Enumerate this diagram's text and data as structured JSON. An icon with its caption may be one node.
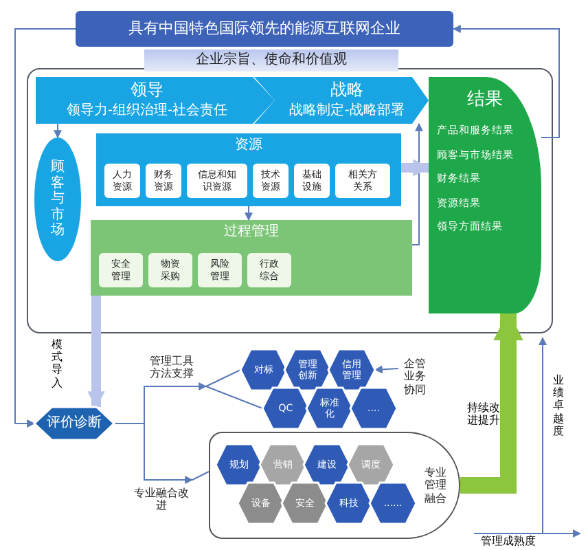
{
  "diagram": {
    "nodes": [
      {
        "text": [
          "具有中国特色国际领先的能源互联网企业"
        ]
      },
      {
        "text": [
          "企业宗旨、使命和价值观"
        ]
      },
      {
        "text": [
          "领导",
          "领导力-组织治理-社会责任"
        ]
      },
      {
        "text": [
          "战略",
          "战略制定-战略部署"
        ]
      },
      {
        "text": [
          "顾客与市场"
        ]
      },
      {
        "text": [
          "资源"
        ]
      },
      {
        "text": [
          "人力资源"
        ],
        "in": 5
      },
      {
        "text": [
          "财务资源"
        ],
        "in": 5
      },
      {
        "text": [
          "信息和知识资源"
        ],
        "in": 5
      },
      {
        "text": [
          "技术资源"
        ],
        "in": 5
      },
      {
        "text": [
          "基础设施"
        ],
        "in": 5
      },
      {
        "text": [
          "相关方关系"
        ],
        "in": 5
      },
      {
        "text": [
          "过程管理"
        ]
      },
      {
        "text": [
          "安全管理"
        ],
        "in": 12
      },
      {
        "text": [
          "物资采购"
        ],
        "in": 12
      },
      {
        "text": [
          "风险管理"
        ],
        "in": 12
      },
      {
        "text": [
          "行政综合"
        ],
        "in": 12
      },
      {
        "text": [
          "结果",
          "产品和服务结果",
          "顾客与市场结果",
          "财务结果",
          "资源结果",
          "领导方面结果"
        ]
      },
      {
        "text": [
          "评价诊断"
        ]
      },
      {
        "text": [
          "管理工具方法支撑"
        ]
      },
      {
        "text": [
          "对标"
        ]
      },
      {
        "text": [
          "管理创新"
        ]
      },
      {
        "text": [
          "信用管理"
        ]
      },
      {
        "text": [
          "QC"
        ]
      },
      {
        "text": [
          "标准化"
        ]
      },
      {
        "text": [
          "...."
        ]
      },
      {
        "text": [
          "企管业务协同"
        ]
      },
      {
        "text": [
          "专业融合改进"
        ]
      },
      {
        "text": [
          "专业管理融合"
        ]
      },
      {
        "text": [
          "规划"
        ],
        "in": 28
      },
      {
        "text": [
          "营销"
        ],
        "in": 28
      },
      {
        "text": [
          "建设"
        ],
        "in": 28
      },
      {
        "text": [
          "调度"
        ],
        "in": 28
      },
      {
        "text": [
          "设备"
        ],
        "in": 28
      },
      {
        "text": [
          "安全"
        ],
        "in": 28
      },
      {
        "text": [
          "科技"
        ],
        "in": 28
      },
      {
        "text": [
          "......"
        ],
        "in": 28
      }
    ],
    "edges": [
      {
        "from": 2,
        "to": 4,
        "arrow": "to"
      },
      {
        "from": 5,
        "to": 12,
        "arrow": "to"
      },
      {
        "from": 12,
        "to": 3,
        "arrow": "to"
      },
      {
        "from": 5,
        "to": 17,
        "arrow": "to",
        "style": "thick",
        "color": "#b8c4ec"
      },
      {
        "from": 17,
        "to": 0,
        "arrow": "to"
      },
      {
        "from": 0,
        "to": 18,
        "arrow": "to"
      },
      {
        "from": 12,
        "to": 18,
        "arrow": "to",
        "label": "模式导入",
        "style": "thick",
        "color": "#b8c4ec"
      },
      {
        "from": 18,
        "to": 19,
        "arrow": "to"
      },
      {
        "from": 18,
        "to": 27,
        "arrow": "to"
      },
      {
        "from": 19,
        "to": 20,
        "arrow": "none"
      },
      {
        "from": 19,
        "to": 23,
        "arrow": "none"
      },
      {
        "from": 26,
        "to": 22,
        "arrow": "to"
      },
      {
        "from": 27,
        "to": 28,
        "arrow": "none"
      },
      {
        "from": 28,
        "to": 17,
        "arrow": "to",
        "label": "持续改进提升",
        "style": "thick",
        "color": "#8cc63f"
      }
    ],
    "labels": [
      "业绩卓越度",
      "管理成熟度"
    ]
  }
}
